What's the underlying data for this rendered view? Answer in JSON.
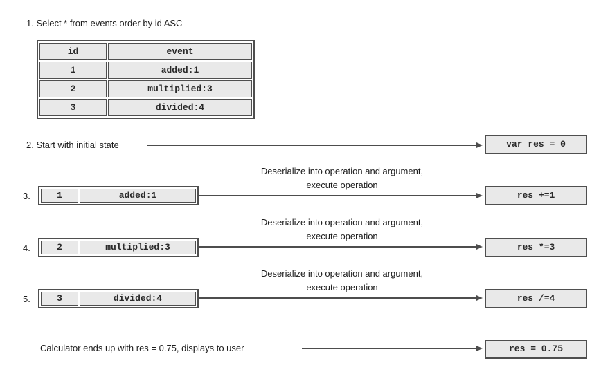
{
  "colors": {
    "box_fill": "#e9e9e9",
    "box_border": "#4f4f4f",
    "line": "#4d4d4d",
    "text": "#1c1c1c"
  },
  "step1": {
    "title": "1. Select * from events order by id ASC"
  },
  "events_table": {
    "headers": [
      "id",
      "event"
    ],
    "rows": [
      [
        "1",
        "added:1"
      ],
      [
        "2",
        "multiplied:3"
      ],
      [
        "3",
        "divided:4"
      ]
    ]
  },
  "deserialize_caption": {
    "line1": "Deserialize into operation and argument,",
    "line2": "execute operation"
  },
  "step2": {
    "label": "2. Start with initial state",
    "result": "var res = 0"
  },
  "step3": {
    "number": "3.",
    "event_id": "1",
    "event_name": "added:1",
    "result": "res +=1"
  },
  "step4": {
    "number": "4.",
    "event_id": "2",
    "event_name": "multiplied:3",
    "result": "res *=3"
  },
  "step5": {
    "number": "5.",
    "event_id": "3",
    "event_name": "divided:4",
    "result": "res /=4"
  },
  "final": {
    "label": "Calculator ends up with res = 0.75, displays to user",
    "result": "res = 0.75"
  }
}
